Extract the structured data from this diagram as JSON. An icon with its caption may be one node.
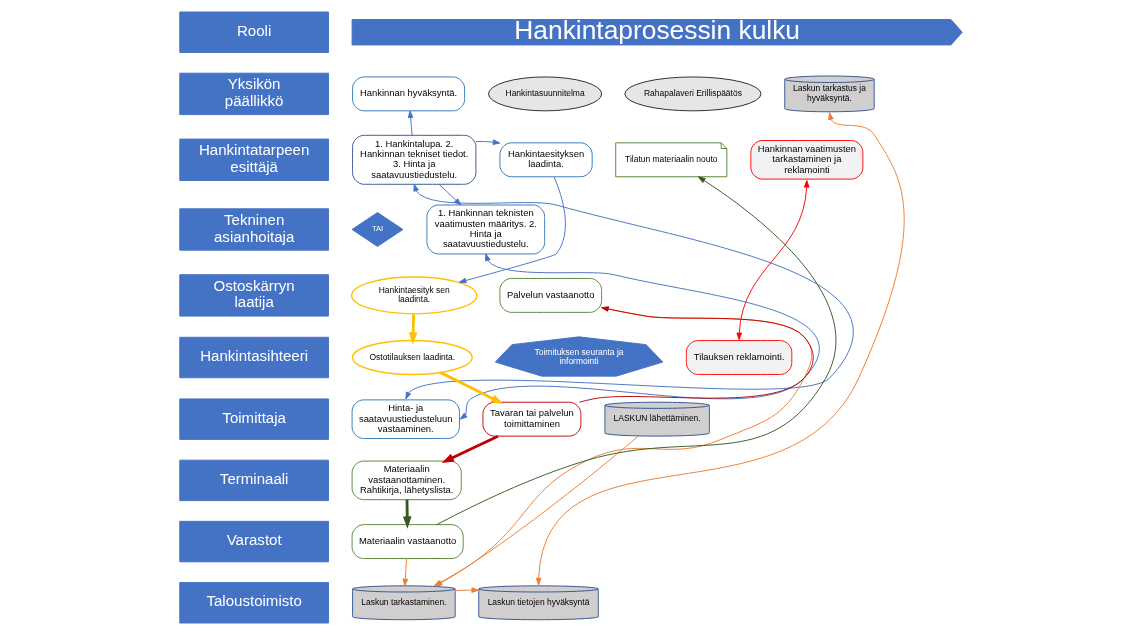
{
  "diagram": {
    "title": "Hankintaprosessin kulku",
    "nodes": [
      {
        "text": [
          "Rooli"
        ]
      },
      {
        "text": [
          "Yksikön päällikkö"
        ]
      },
      {
        "text": [
          "Hankinnan hyväksyntä."
        ]
      },
      {
        "text": [
          "Hankintasuunnitelma"
        ]
      },
      {
        "text": [
          "Rahapalaveri Erillispäätös"
        ]
      },
      {
        "text": [
          "Laskun tarkastus ja hyväksyntä."
        ]
      },
      {
        "text": [
          "Hankintatarpeen esittäjä"
        ]
      },
      {
        "text": [
          "1. Hankintalupa. 2. Hankinnan tekniset tiedot. 3. Hinta ja saatavuustiedustelu."
        ]
      },
      {
        "text": [
          "Hankintaesityksen laadinta."
        ]
      },
      {
        "text": [
          "Tilatun materiaalin nouto"
        ]
      },
      {
        "text": [
          "Hankinnan vaatimusten tarkastaminen ja reklamointi"
        ]
      },
      {
        "text": [
          "Tekninen asianhoitaja"
        ]
      },
      {
        "text": [
          "TAI"
        ]
      },
      {
        "text": [
          "1. Hankinnan teknisten vaatimusten määritys. 2. Hinta ja saatavuustiedustelu."
        ]
      },
      {
        "text": [
          "Ostoskärryn laatija"
        ]
      },
      {
        "text": [
          "Hankintaesityk sen laadinta."
        ]
      },
      {
        "text": [
          "Palvelun vastaanotto"
        ]
      },
      {
        "text": [
          "Hankintasihteeri"
        ]
      },
      {
        "text": [
          "Ostotilauksen laadinta."
        ]
      },
      {
        "text": [
          "Toimituksen seuranta ja informointi"
        ]
      },
      {
        "text": [
          "Tilauksen reklamointi."
        ]
      },
      {
        "text": [
          "Toimittaja"
        ]
      },
      {
        "text": [
          "Hinta- ja saatavuustiedusteluun vastaaminen."
        ]
      },
      {
        "text": [
          "Tavaran tai palvelun toimittaminen"
        ]
      },
      {
        "text": [
          "LASKUN lähettäminen."
        ]
      },
      {
        "text": [
          "Terminaali"
        ]
      },
      {
        "text": [
          "Materiaalin vastaanottaminen. Rahtikirja, lähetyslista."
        ]
      },
      {
        "text": [
          "Varastot"
        ]
      },
      {
        "text": [
          "Materiaalin vastaanotto"
        ]
      },
      {
        "text": [
          "Taloustoimisto"
        ]
      },
      {
        "text": [
          "Laskun tarkastaminen."
        ]
      },
      {
        "text": [
          "Laskun tietojen hyväksyntä"
        ]
      }
    ],
    "edges": [
      {
        "from": 7,
        "to": 2,
        "arrow": "to"
      },
      {
        "from": 7,
        "to": 8,
        "arrow": "to"
      },
      {
        "from": 7,
        "to": 13,
        "arrow": "to"
      },
      {
        "from": 7,
        "to": 22,
        "arrow": "both"
      },
      {
        "from": 13,
        "to": 22,
        "arrow": "both"
      },
      {
        "from": 8,
        "to": 15,
        "arrow": "to"
      },
      {
        "from": 15,
        "to": 18,
        "arrow": "to",
        "style": "thick",
        "color": "#ffc000"
      },
      {
        "from": 18,
        "to": 23,
        "arrow": "to",
        "style": "thick",
        "color": "#ffc000"
      },
      {
        "from": 23,
        "to": 26,
        "arrow": "to",
        "style": "thick",
        "color": "#c00000"
      },
      {
        "from": 26,
        "to": 28,
        "arrow": "to",
        "style": "thick",
        "color": "#375623"
      },
      {
        "from": 23,
        "to": 16,
        "arrow": "to",
        "color": "#c00000"
      },
      {
        "from": 28,
        "to": 9,
        "arrow": "to",
        "color": "#375623"
      },
      {
        "from": 10,
        "to": 20,
        "arrow": "both",
        "color": "#ff0000"
      },
      {
        "from": 16,
        "to": 30,
        "arrow": "to",
        "color": "#ed7d31"
      },
      {
        "from": 24,
        "to": 30,
        "arrow": "to",
        "color": "#ed7d31"
      },
      {
        "from": 28,
        "to": 30,
        "arrow": "to",
        "color": "#ed7d31"
      },
      {
        "from": 30,
        "to": 31,
        "arrow": "to",
        "color": "#ed7d31"
      },
      {
        "from": 5,
        "to": 31,
        "arrow": "both",
        "color": "#ed7d31"
      }
    ]
  }
}
